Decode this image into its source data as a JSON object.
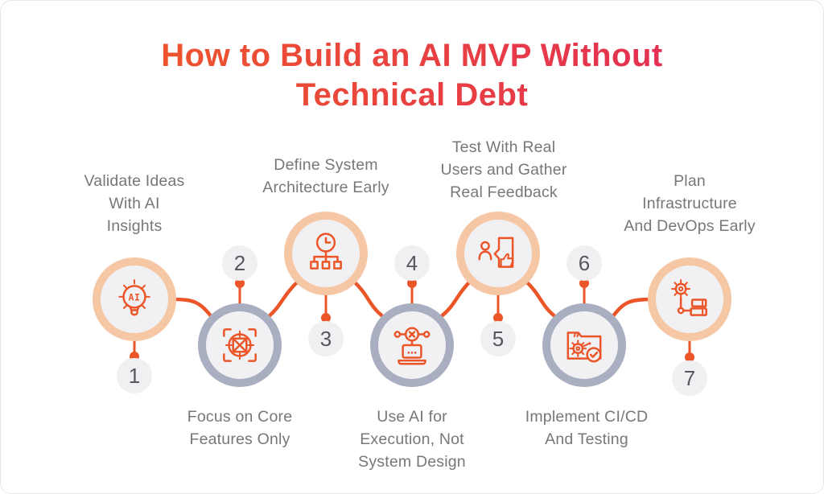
{
  "title": {
    "line1": "How to Build an AI MVP Without",
    "line2": "Technical Debt"
  },
  "colors": {
    "accent": "#EB5528",
    "title_from": "#EF5A28",
    "title_to": "#E22A58",
    "ring_peach": "#F5C7A5",
    "ring_gray": "#A9AEC1",
    "node_fill": "#F1F1F4",
    "badge_fill": "#F0F0F3",
    "number_color": "#55585E",
    "label_color": "#76777B"
  },
  "steps": [
    {
      "number": "1",
      "label": "Validate Ideas With AI Insights",
      "lines": [
        "Validate Ideas",
        "With AI",
        "Insights"
      ],
      "icon": "ai-lightbulb-icon",
      "icon_text": "AI",
      "ring": "peach",
      "label_position": "top"
    },
    {
      "number": "2",
      "label": "Focus on Core Features Only",
      "lines": [
        "Focus on Core",
        "Features Only"
      ],
      "icon": "focus-target-icon",
      "ring": "gray",
      "label_position": "bottom"
    },
    {
      "number": "3",
      "label": "Define System Architecture Early",
      "lines": [
        "Define System",
        "Architecture Early"
      ],
      "icon": "architecture-clock-icon",
      "ring": "peach",
      "label_position": "top"
    },
    {
      "number": "4",
      "label": "Use AI for Execution, Not System Design",
      "lines": [
        "Use AI for",
        "Execution, Not",
        "System Design"
      ],
      "icon": "ai-execution-laptop-icon",
      "ring": "gray",
      "label_position": "bottom"
    },
    {
      "number": "5",
      "label": "Test With Real Users and Gather Real Feedback",
      "lines": [
        "Test With Real",
        "Users and Gather",
        "Real Feedback"
      ],
      "icon": "user-feedback-icon",
      "ring": "peach",
      "label_position": "top"
    },
    {
      "number": "6",
      "label": "Implement CI/CD And Testing",
      "lines": [
        "Implement CI/CD",
        "And Testing"
      ],
      "icon": "cicd-folder-check-icon",
      "ring": "gray",
      "label_position": "bottom"
    },
    {
      "number": "7",
      "label": "Plan Infrastructure And DevOps Early",
      "lines": [
        "Plan",
        "Infrastructure",
        "And DevOps Early"
      ],
      "icon": "infrastructure-gear-server-icon",
      "ring": "peach",
      "label_position": "top"
    }
  ]
}
